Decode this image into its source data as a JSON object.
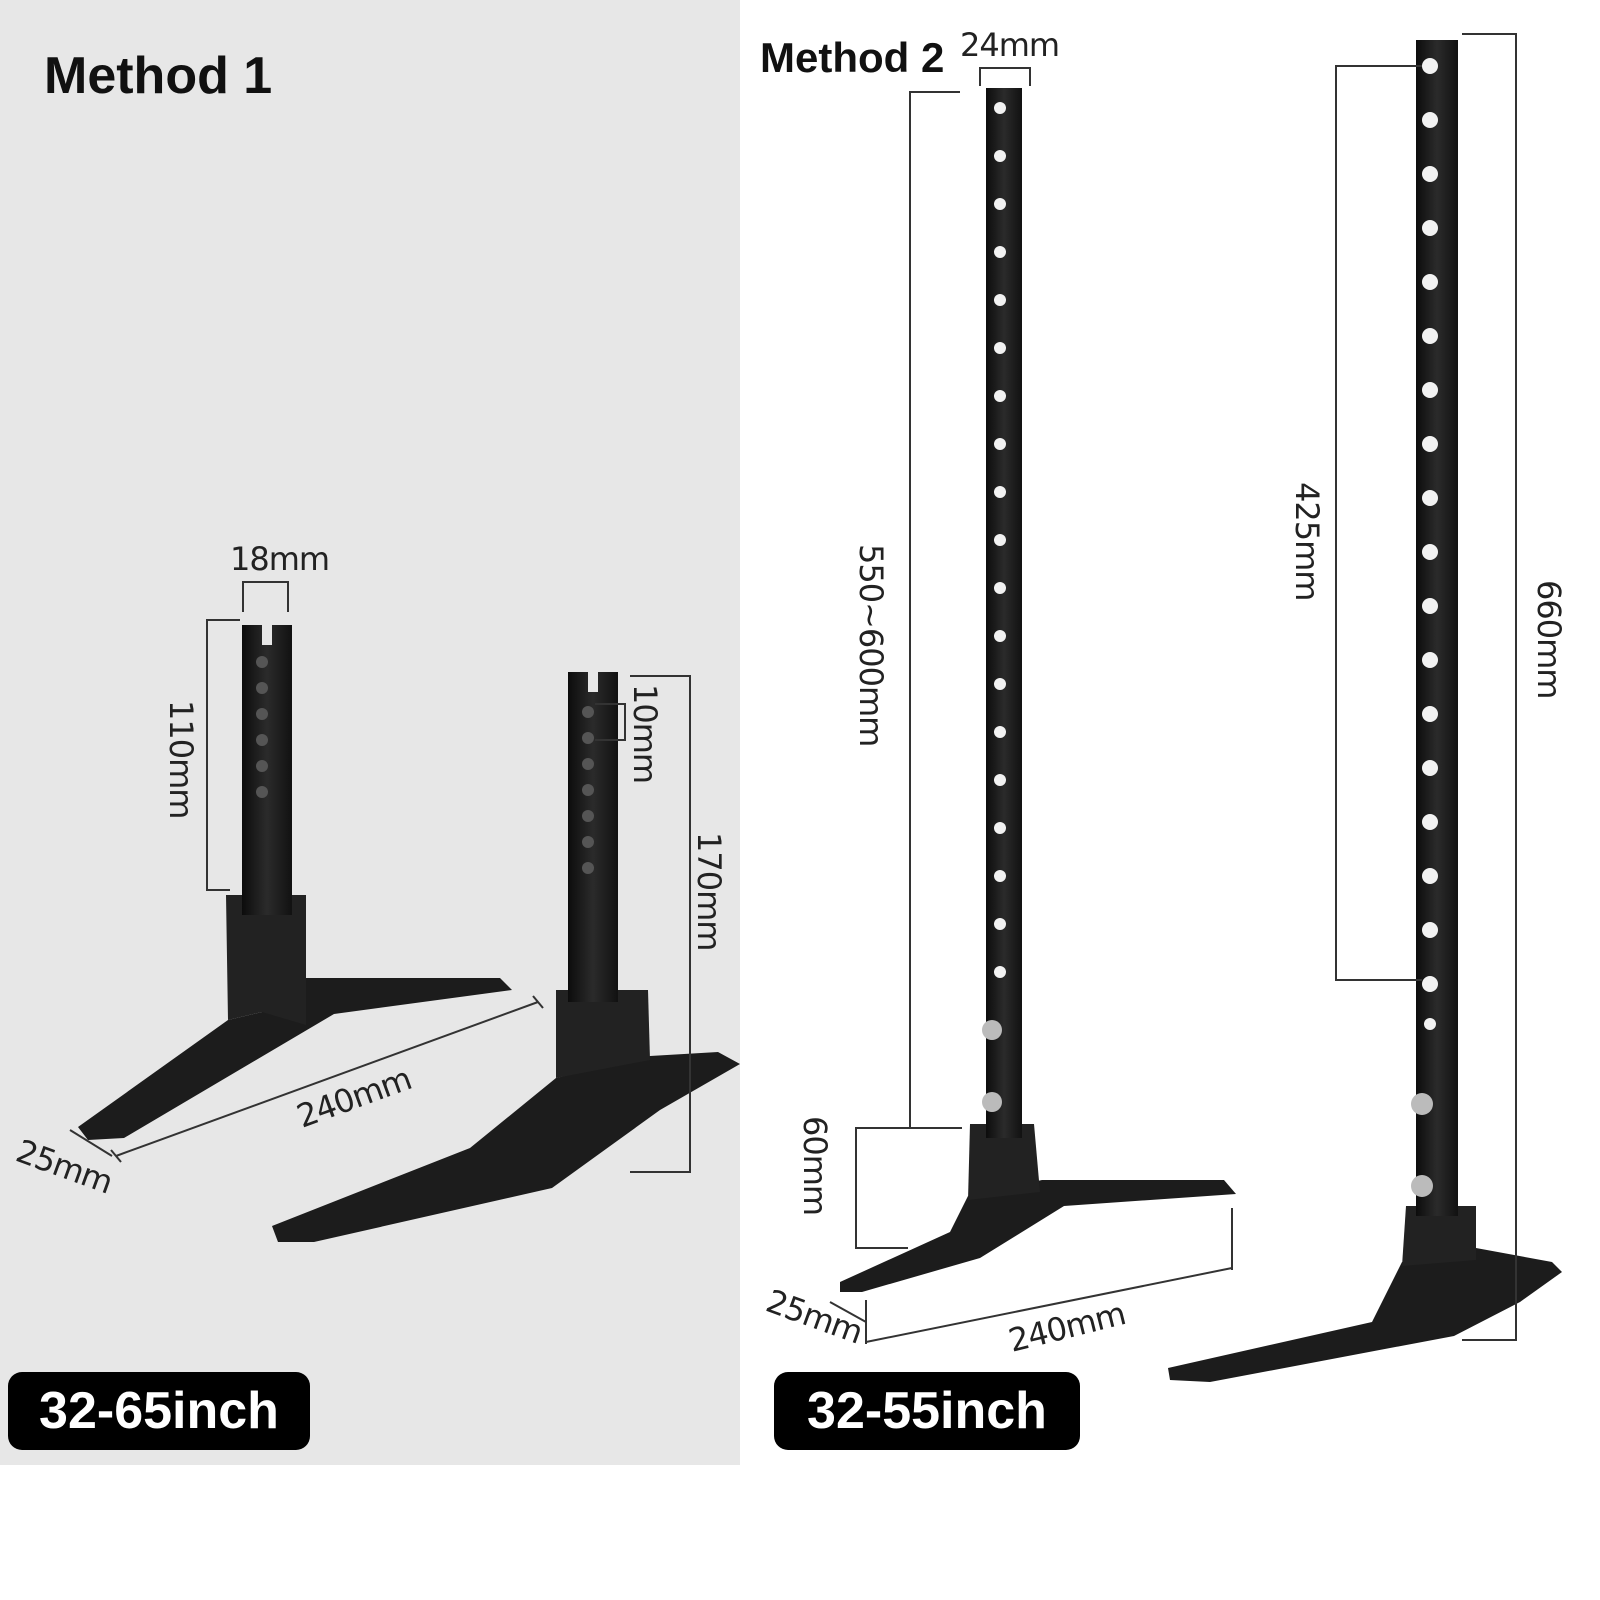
{
  "method1": {
    "title": "Method 1",
    "size_badge": "32-65inch",
    "dims": {
      "width": "18mm",
      "height": "110mm",
      "hole_pitch": "10mm",
      "total_height": "170mm",
      "base_length": "240mm",
      "base_width": "25mm"
    }
  },
  "method2": {
    "title": "Method 2",
    "size_badge": "32-55inch",
    "dims": {
      "width": "24mm",
      "height": "550~600mm",
      "base_height": "60mm",
      "base_width": "25mm",
      "base_length": "240mm",
      "hole_span": "425mm",
      "total_height": "660mm"
    }
  },
  "colors": {
    "left_panel": "#e7e7e7",
    "right_panel": "#ffffff",
    "stand": "#1a1a1a",
    "badge": "#000000"
  }
}
